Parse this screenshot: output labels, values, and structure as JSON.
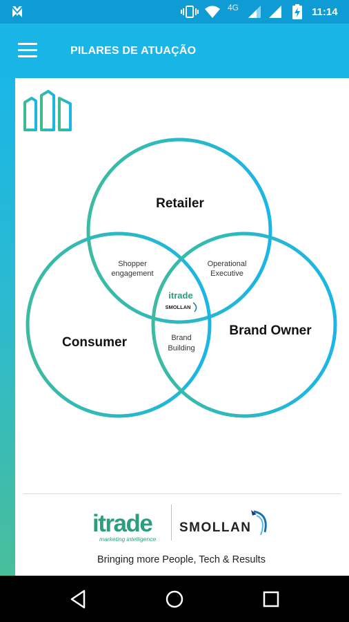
{
  "status_bar": {
    "network_label": "4G",
    "time": "11:14",
    "icons": [
      "notification-icon",
      "vibrate-icon",
      "wifi-icon",
      "signal-icon",
      "signal-icon",
      "battery-charging-icon"
    ]
  },
  "app_bar": {
    "title": "PILARES DE ATUAÇÃO",
    "menu_icon": "hamburger-menu-icon"
  },
  "colors": {
    "status_bar": "#0f9bd4",
    "app_bar": "#18b5e6",
    "circle_blue": "#1ab6e6",
    "circle_green": "#3dbba0",
    "itrade_green": "#2a9e7d"
  },
  "venn": {
    "retailer": "Retailer",
    "consumer": "Consumer",
    "brand_owner": "Brand Owner",
    "shopper_engagement": [
      "Shopper",
      "engagement"
    ],
    "operational_executive": [
      "Operational",
      "Executive"
    ],
    "brand_building": [
      "Brand",
      "Building"
    ],
    "center_logo_itrade": "itrade",
    "center_logo_smollan": "SMOLLAN"
  },
  "footer": {
    "itrade": "itrade",
    "itrade_tagline": "marketing intelligence",
    "smollan": "SMOLLAN",
    "tagline": "Bringing more People, Tech & Results"
  },
  "nav_bar": {
    "back": "back-icon",
    "home": "home-icon",
    "recents": "recents-icon"
  }
}
